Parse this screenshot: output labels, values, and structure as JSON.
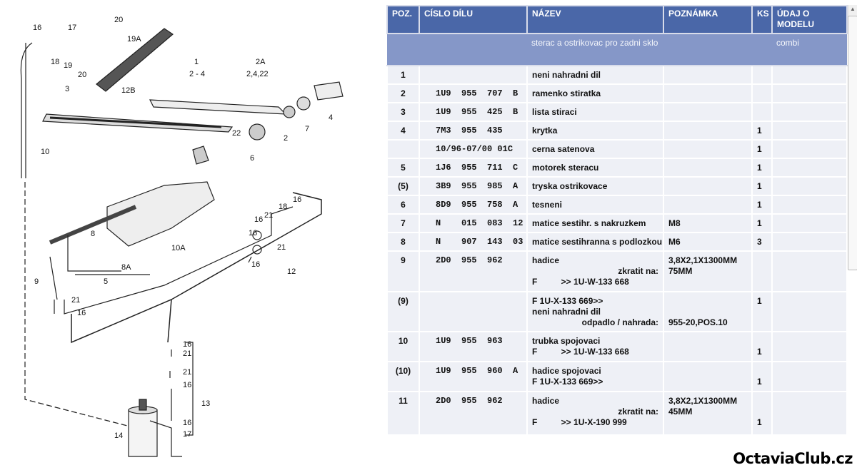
{
  "diagram": {
    "labels": [
      "16",
      "17",
      "20",
      "19A",
      "18",
      "19",
      "20",
      "12B",
      "1",
      "2 - 4",
      "2A",
      "2,4,22",
      "3",
      "22",
      "2",
      "7",
      "4",
      "6",
      "10",
      "8",
      "8A",
      "10A",
      "5",
      "16",
      "21",
      "18",
      "16",
      "16",
      "21",
      "16",
      "12",
      "9",
      "21",
      "16",
      "16",
      "21",
      "21",
      "16",
      "13",
      "16",
      "14",
      "17"
    ]
  },
  "table": {
    "headers": [
      "POZ.",
      "CÍSLO DÍLU",
      "NÁZEV",
      "POZNÁMKA",
      "KS",
      "ÚDAJ O MODELU"
    ],
    "subheader": {
      "nazev": "sterac a ostrikovac pro zadni sklo",
      "model": "combi"
    },
    "rows": [
      {
        "poz": "1",
        "part": "",
        "nazev": [
          "neni nahradni dil"
        ],
        "note": [],
        "ks": []
      },
      {
        "poz": "2",
        "part": "1U9  955  707  B",
        "nazev": [
          "ramenko stiratka"
        ],
        "note": [],
        "ks": []
      },
      {
        "poz": "3",
        "part": "1U9  955  425  B",
        "nazev": [
          "lista stiraci"
        ],
        "note": [],
        "ks": []
      },
      {
        "poz": "4",
        "part": "7M3  955  435",
        "nazev": [
          "krytka"
        ],
        "note": [],
        "ks": [
          "1"
        ]
      },
      {
        "poz": "",
        "part": "10/96-07/00 01C",
        "nazev": [
          "cerna satenova"
        ],
        "note": [],
        "ks": [
          "1"
        ]
      },
      {
        "poz": "5",
        "part": "1J6  955  711  C",
        "nazev": [
          "motorek steracu"
        ],
        "note": [],
        "ks": [
          "1"
        ]
      },
      {
        "poz": "(5)",
        "part": "3B9  955  985  A",
        "nazev": [
          "tryska ostrikovace"
        ],
        "note": [],
        "ks": [
          "1"
        ]
      },
      {
        "poz": "6",
        "part": "8D9  955  758  A",
        "nazev": [
          "tesneni"
        ],
        "note": [],
        "ks": [
          "1"
        ]
      },
      {
        "poz": "7",
        "part": "N    015  083  12",
        "nazev": [
          "matice sestihr. s nakruzkem"
        ],
        "note": [
          "M8"
        ],
        "ks": [
          "1"
        ]
      },
      {
        "poz": "8",
        "part": "N    907  143  03",
        "nazev": [
          "matice sestihranna s podlozkou"
        ],
        "note": [
          "M6"
        ],
        "ks": [
          "3"
        ]
      },
      {
        "poz": "9",
        "part": "2D0  955  962",
        "nazev": [
          "hadice",
          ">zkratit na:",
          "F          >> 1U-W-133 668"
        ],
        "note": [
          "3,8X2,1X1300MM",
          "75MM"
        ],
        "ks": []
      },
      {
        "poz": "(9)",
        "part": "",
        "nazev": [
          "F 1U-X-133 669>>",
          "neni nahradni dil",
          ">odpadlo / nahrada:"
        ],
        "note": [
          "",
          "",
          "955-20,POS.10"
        ],
        "ks": [
          "1"
        ]
      },
      {
        "poz": "10",
        "part": "1U9  955  963",
        "nazev": [
          "trubka spojovaci",
          "F          >> 1U-W-133 668"
        ],
        "note": [],
        "ks": [
          "",
          "1"
        ]
      },
      {
        "poz": "(10)",
        "part": "1U9  955  960  A",
        "nazev": [
          "hadice spojovaci",
          "F 1U-X-133 669>>"
        ],
        "note": [],
        "ks": [
          "",
          "1"
        ]
      },
      {
        "poz": "11",
        "part": "2D0  955  962",
        "nazev": [
          "hadice",
          ">zkratit na:",
          "F          >> 1U-X-190 999"
        ],
        "note": [
          "3,8X2,1X1300MM",
          "45MM"
        ],
        "ks": [
          "",
          "",
          "1"
        ]
      }
    ]
  },
  "watermark": "OctaviaClub.cz"
}
